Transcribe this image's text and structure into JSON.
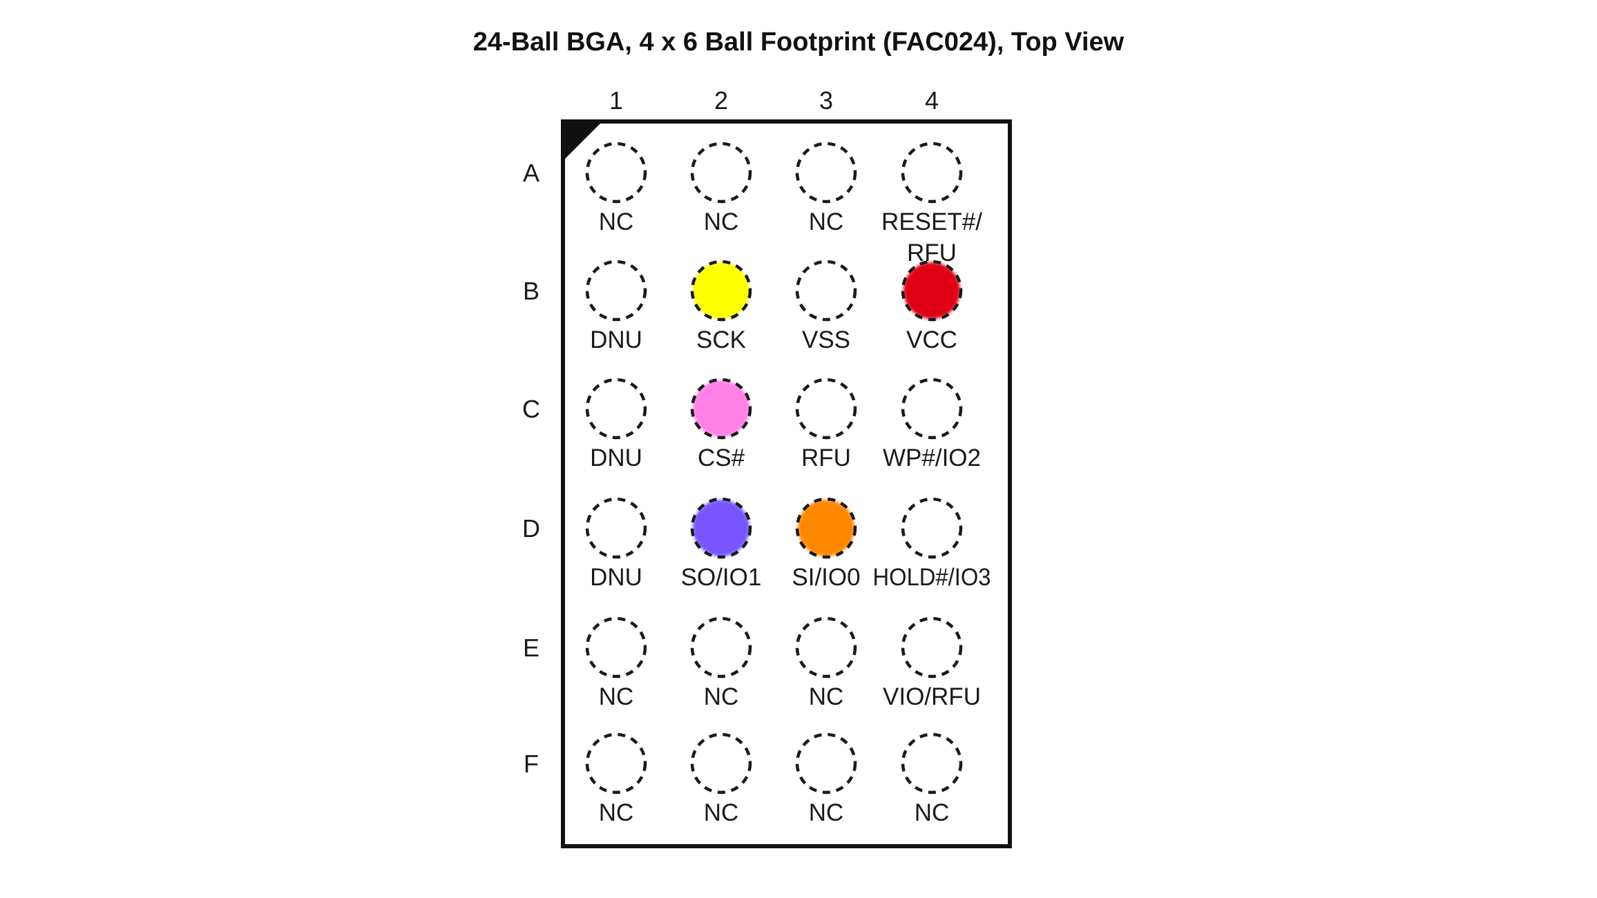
{
  "title": "24-Ball BGA, 4 x 6 Ball Footprint (FAC024), Top View",
  "columns": [
    "1",
    "2",
    "3",
    "4"
  ],
  "rows": [
    "A",
    "B",
    "C",
    "D",
    "E",
    "F"
  ],
  "balls": [
    [
      {
        "pin": "NC",
        "color": null
      },
      {
        "pin": "NC",
        "color": null
      },
      {
        "pin": "NC",
        "color": null
      },
      {
        "pin": "RESET#/\nRFU",
        "color": null
      }
    ],
    [
      {
        "pin": "DNU",
        "color": null
      },
      {
        "pin": "SCK",
        "color": "#ffff00"
      },
      {
        "pin": "VSS",
        "color": null
      },
      {
        "pin": "VCC",
        "color": "#e00018"
      }
    ],
    [
      {
        "pin": "DNU",
        "color": null
      },
      {
        "pin": "CS#",
        "color": "#ff80e6"
      },
      {
        "pin": "RFU",
        "color": null
      },
      {
        "pin": "WP#/IO2",
        "color": null
      }
    ],
    [
      {
        "pin": "DNU",
        "color": null
      },
      {
        "pin": "SO/IO1",
        "color": "#7755ff"
      },
      {
        "pin": "SI/IO0",
        "color": "#ff8800"
      },
      {
        "pin": "HOLD#/IO3",
        "color": null
      }
    ],
    [
      {
        "pin": "NC",
        "color": null
      },
      {
        "pin": "NC",
        "color": null
      },
      {
        "pin": "NC",
        "color": null
      },
      {
        "pin": "VIO/RFU",
        "color": null
      }
    ],
    [
      {
        "pin": "NC",
        "color": null
      },
      {
        "pin": "NC",
        "color": null
      },
      {
        "pin": "NC",
        "color": null
      },
      {
        "pin": "NC",
        "color": null
      }
    ]
  ],
  "colors": {
    "outline": "#111111",
    "ball_stroke": "#1a1a1a",
    "background": "#ffffff"
  }
}
